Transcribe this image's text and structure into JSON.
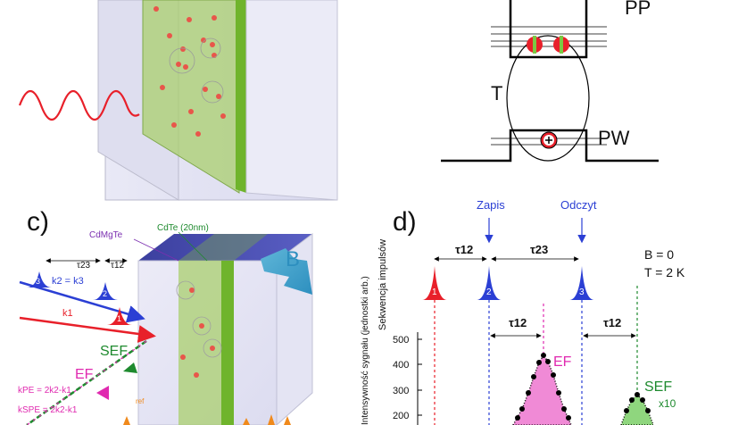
{
  "panel_a": {},
  "panel_b": {
    "label_top": "PP",
    "label_mid": "T",
    "label_bottom": "PW"
  },
  "panel_c": {
    "panel_label": "c)",
    "label_cdmgte": "CdMgTe",
    "label_cdte": "CdTe (20nm)",
    "label_B": "B",
    "label_tau23": "τ23",
    "label_tau12": "τ12",
    "label_k2k3": "k2 = k3",
    "label_k1": "k1",
    "pulse_1": "1",
    "pulse_2": "2",
    "pulse_3": "3",
    "label_sef": "SEF",
    "label_ef": "EF",
    "eq_kpe": "kPE = 2k2-k1",
    "eq_kspe": "kSPE = 2k2-k1",
    "label_ref": "ref",
    "colors": {
      "red": "#e8202a",
      "blue": "#2b3fd4",
      "green": "#1e8a2e",
      "magenta": "#e02ab0",
      "orange": "#f08a1c"
    }
  },
  "panel_d": {
    "panel_label": "d)",
    "label_write": "Zapis",
    "label_read": "Odczyt",
    "label_tau12_top": "τ12",
    "label_tau23": "τ23",
    "label_B0": "B = 0",
    "label_T2K": "T = 2 K",
    "ylabel_top": "Sekwencja impulsów",
    "pulse_1": "1",
    "pulse_2": "2",
    "pulse_3": "3",
    "label_tau12_mid": "τ12",
    "label_tau12_right": "τ12",
    "label_ef": "EF",
    "label_sef": "SEF",
    "label_x10": "x10",
    "ylabel_bottom": "Intensywność sygnału (jednostki arb.)",
    "yticks": [
      "500",
      "400",
      "300",
      "200"
    ]
  }
}
